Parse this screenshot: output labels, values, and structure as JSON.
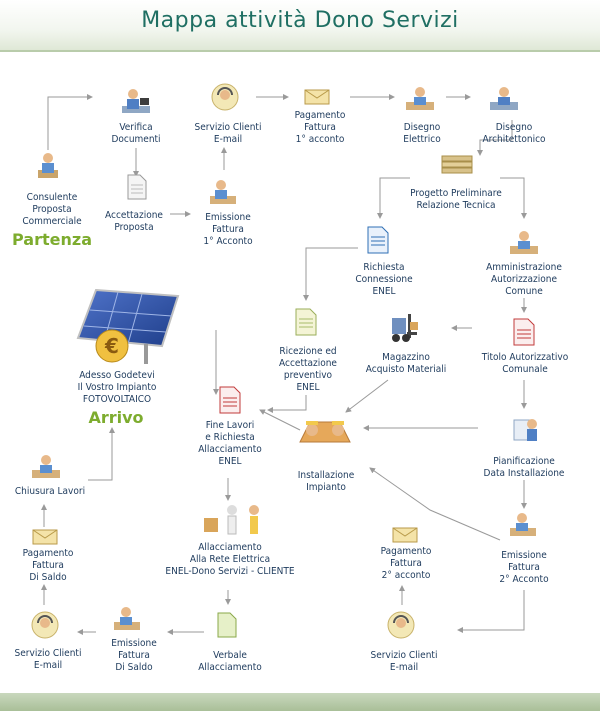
{
  "title": "Mappa attività Dono Servizi",
  "nodes": {
    "consulente": "Consulente\nProposta\nCommerciale",
    "partenza": "Partenza",
    "verifica": "Verifica\nDocumenti",
    "accettazione": "Accettazione\nProposta",
    "servizio_email_top": "Servizio Clienti\nE-mail",
    "emissione_1": "Emissione\nFattura\n1° Acconto",
    "pagamento_1": "Pagamento\nFattura\n1° acconto",
    "disegno_elettrico": "Disegno\nElettrico",
    "disegno_architettonico": "Disegno\nArchitettonico",
    "progetto": "Progetto Preliminare\nRelazione Tecnica",
    "richiesta_connessione": "Richiesta\nConnessione\nENEL",
    "amministrazione": "Amministrazione\nAutorizzazione\nComune",
    "ricezione": "Ricezione ed\nAccettazione\npreventivo\nENEL",
    "magazzino": "Magazzino\nAcquisto Materiali",
    "titolo": "Titolo Autorizzativo\nComunale",
    "adesso": "Adesso Godetevi\nIl Vostro Impianto\nFOTOVOLTAICO",
    "arrivo": "Arrivo",
    "fine_lavori": "Fine Lavori\ne Richiesta\nAllacciamento\nENEL",
    "installazione": "Installazione\nImpianto",
    "pianificazione": "Pianificazione\nData Installazione",
    "chiusura": "Chiusura Lavori",
    "allacciamento": "Allacciamento\nAlla Rete Elettrica\nENEL-Dono Servizi - CLIENTE",
    "pagamento_saldo": "Pagamento\nFattura\nDi Saldo",
    "pagamento_2": "Pagamento\nFattura\n2° acconto",
    "emissione_2": "Emissione\nFattura\n2° Acconto",
    "servizio_email_bl": "Servizio Clienti\nE-mail",
    "emissione_saldo": "Emissione\nFattura\nDi Saldo",
    "verbale": "Verbale\nAllacciamento",
    "servizio_email_br": "Servizio Clienti\nE-mail"
  },
  "colors": {
    "title": "#1f6f63",
    "label": "#1d3a5c",
    "accent_green": "#7dac2e",
    "connector": "#9a9a9a"
  },
  "icons": {
    "person": "person-at-desk-icon",
    "document": "document-icon",
    "envelope": "envelope-icon",
    "support": "customer-service-icon",
    "books": "books-icon",
    "pdf": "pdf-document-icon",
    "forklift": "forklift-icon",
    "workers": "workers-icon",
    "solar": "solar-panel-euro-icon",
    "people": "people-handshake-icon"
  }
}
